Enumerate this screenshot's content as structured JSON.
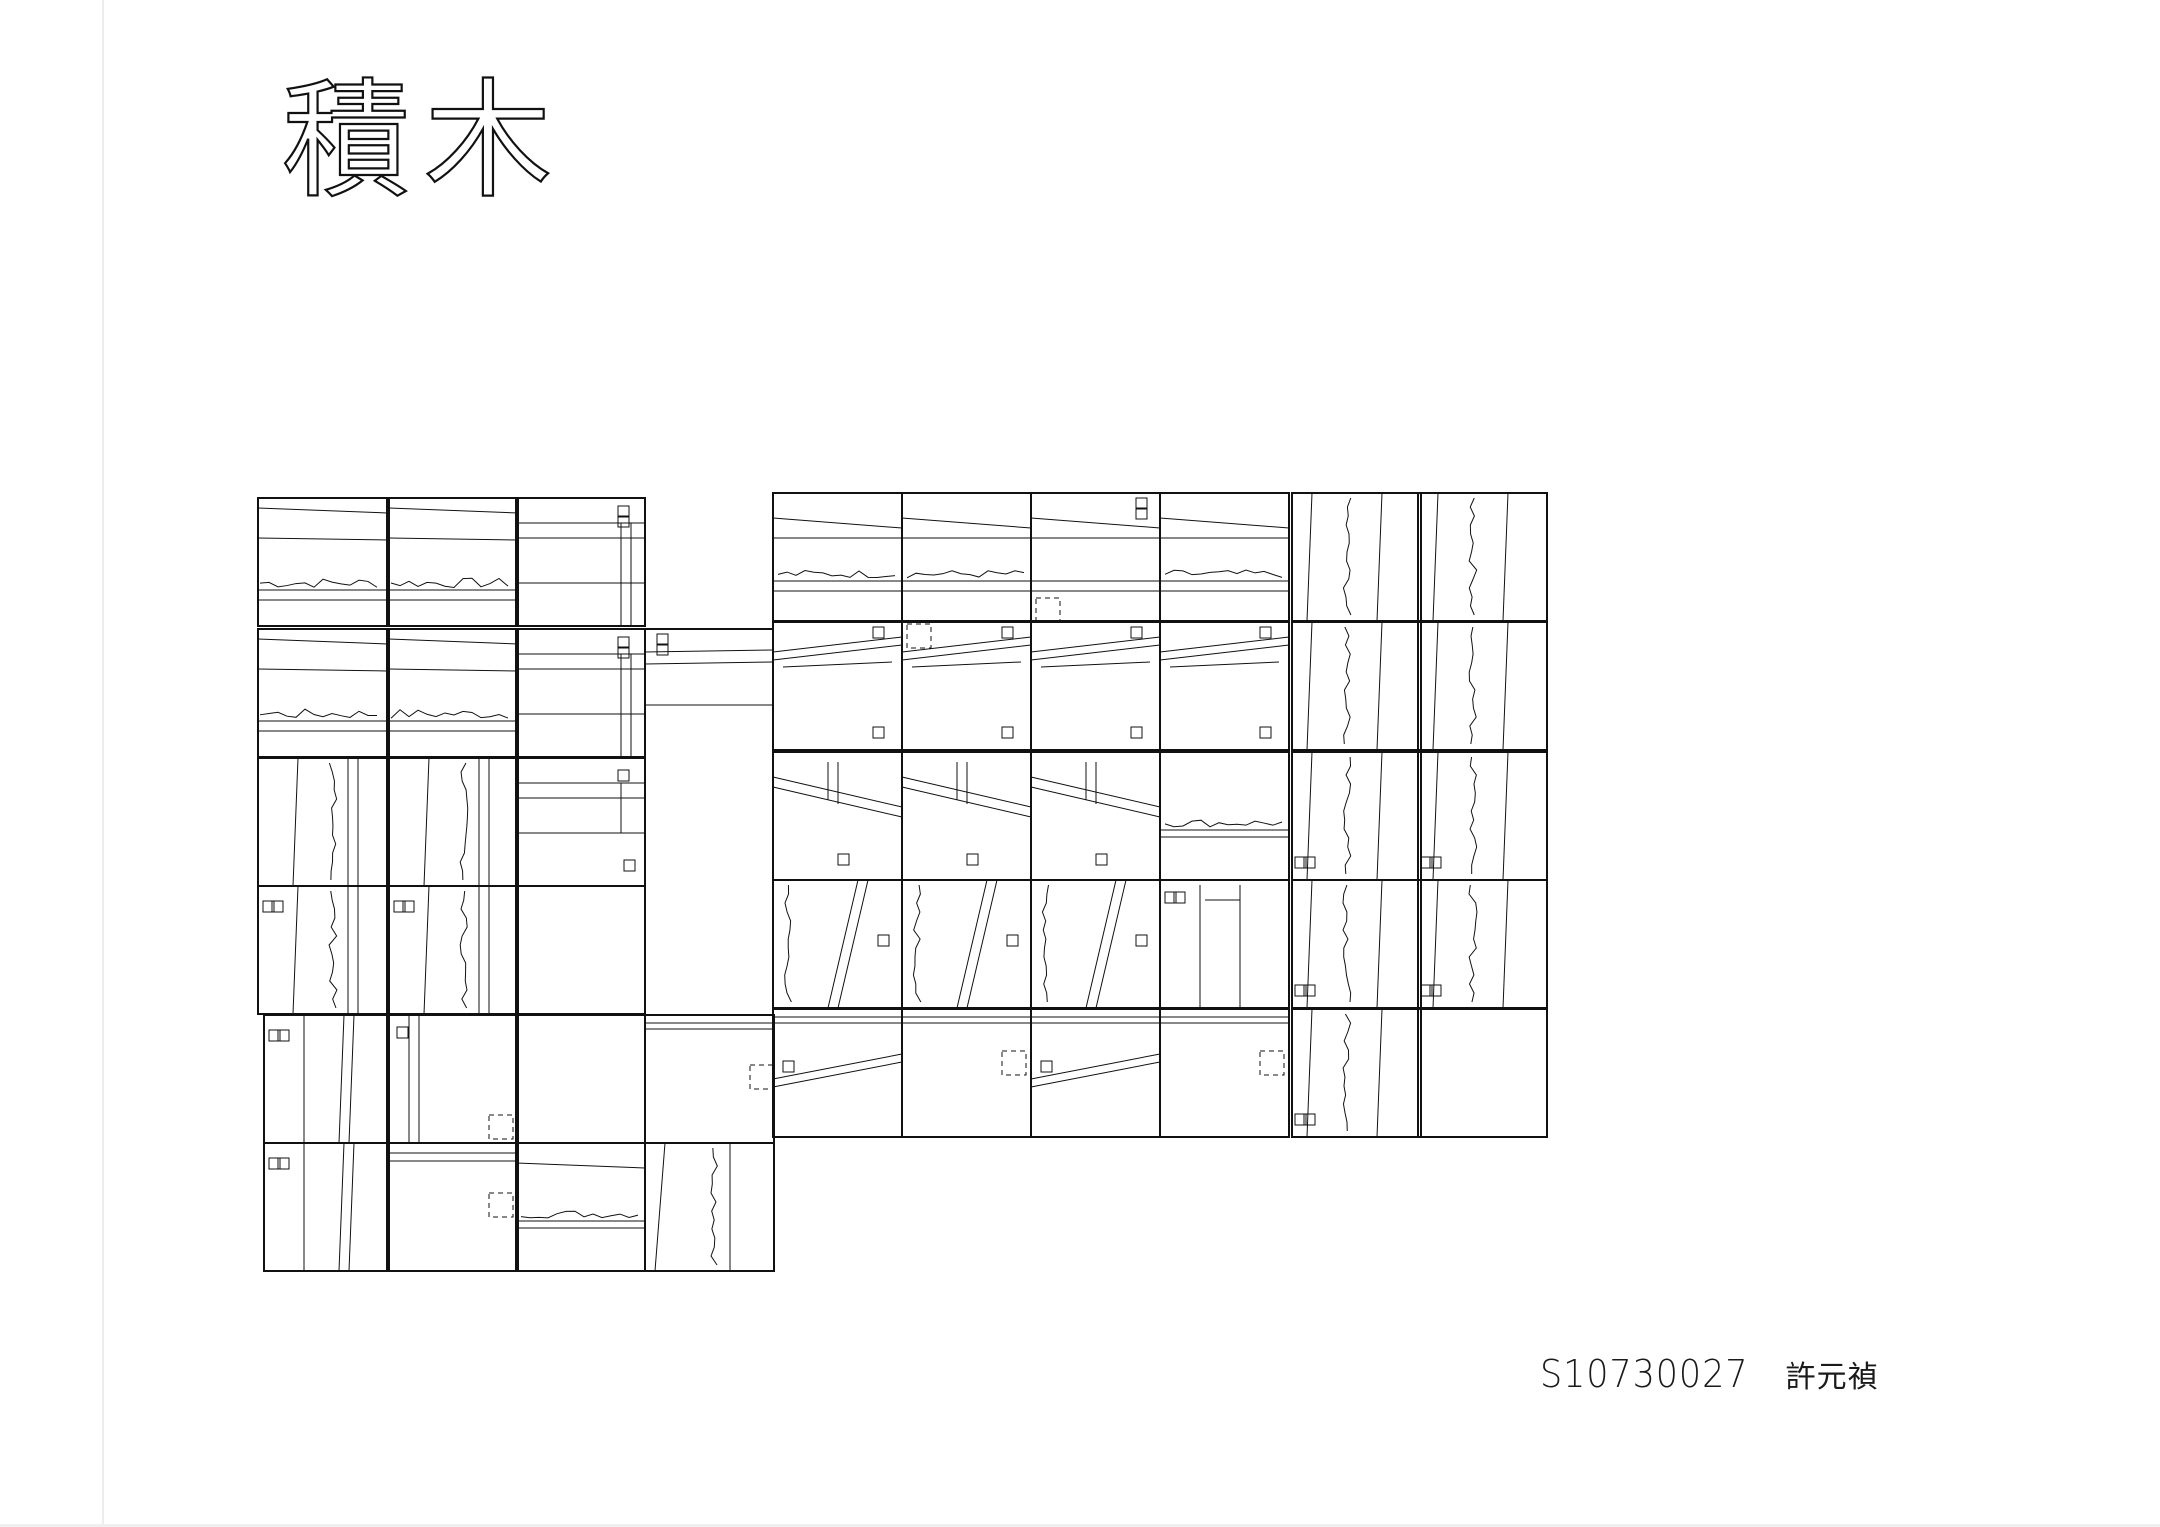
{
  "title": "積木",
  "signature": {
    "student_id": "S10730027",
    "name": "許元禎"
  }
}
